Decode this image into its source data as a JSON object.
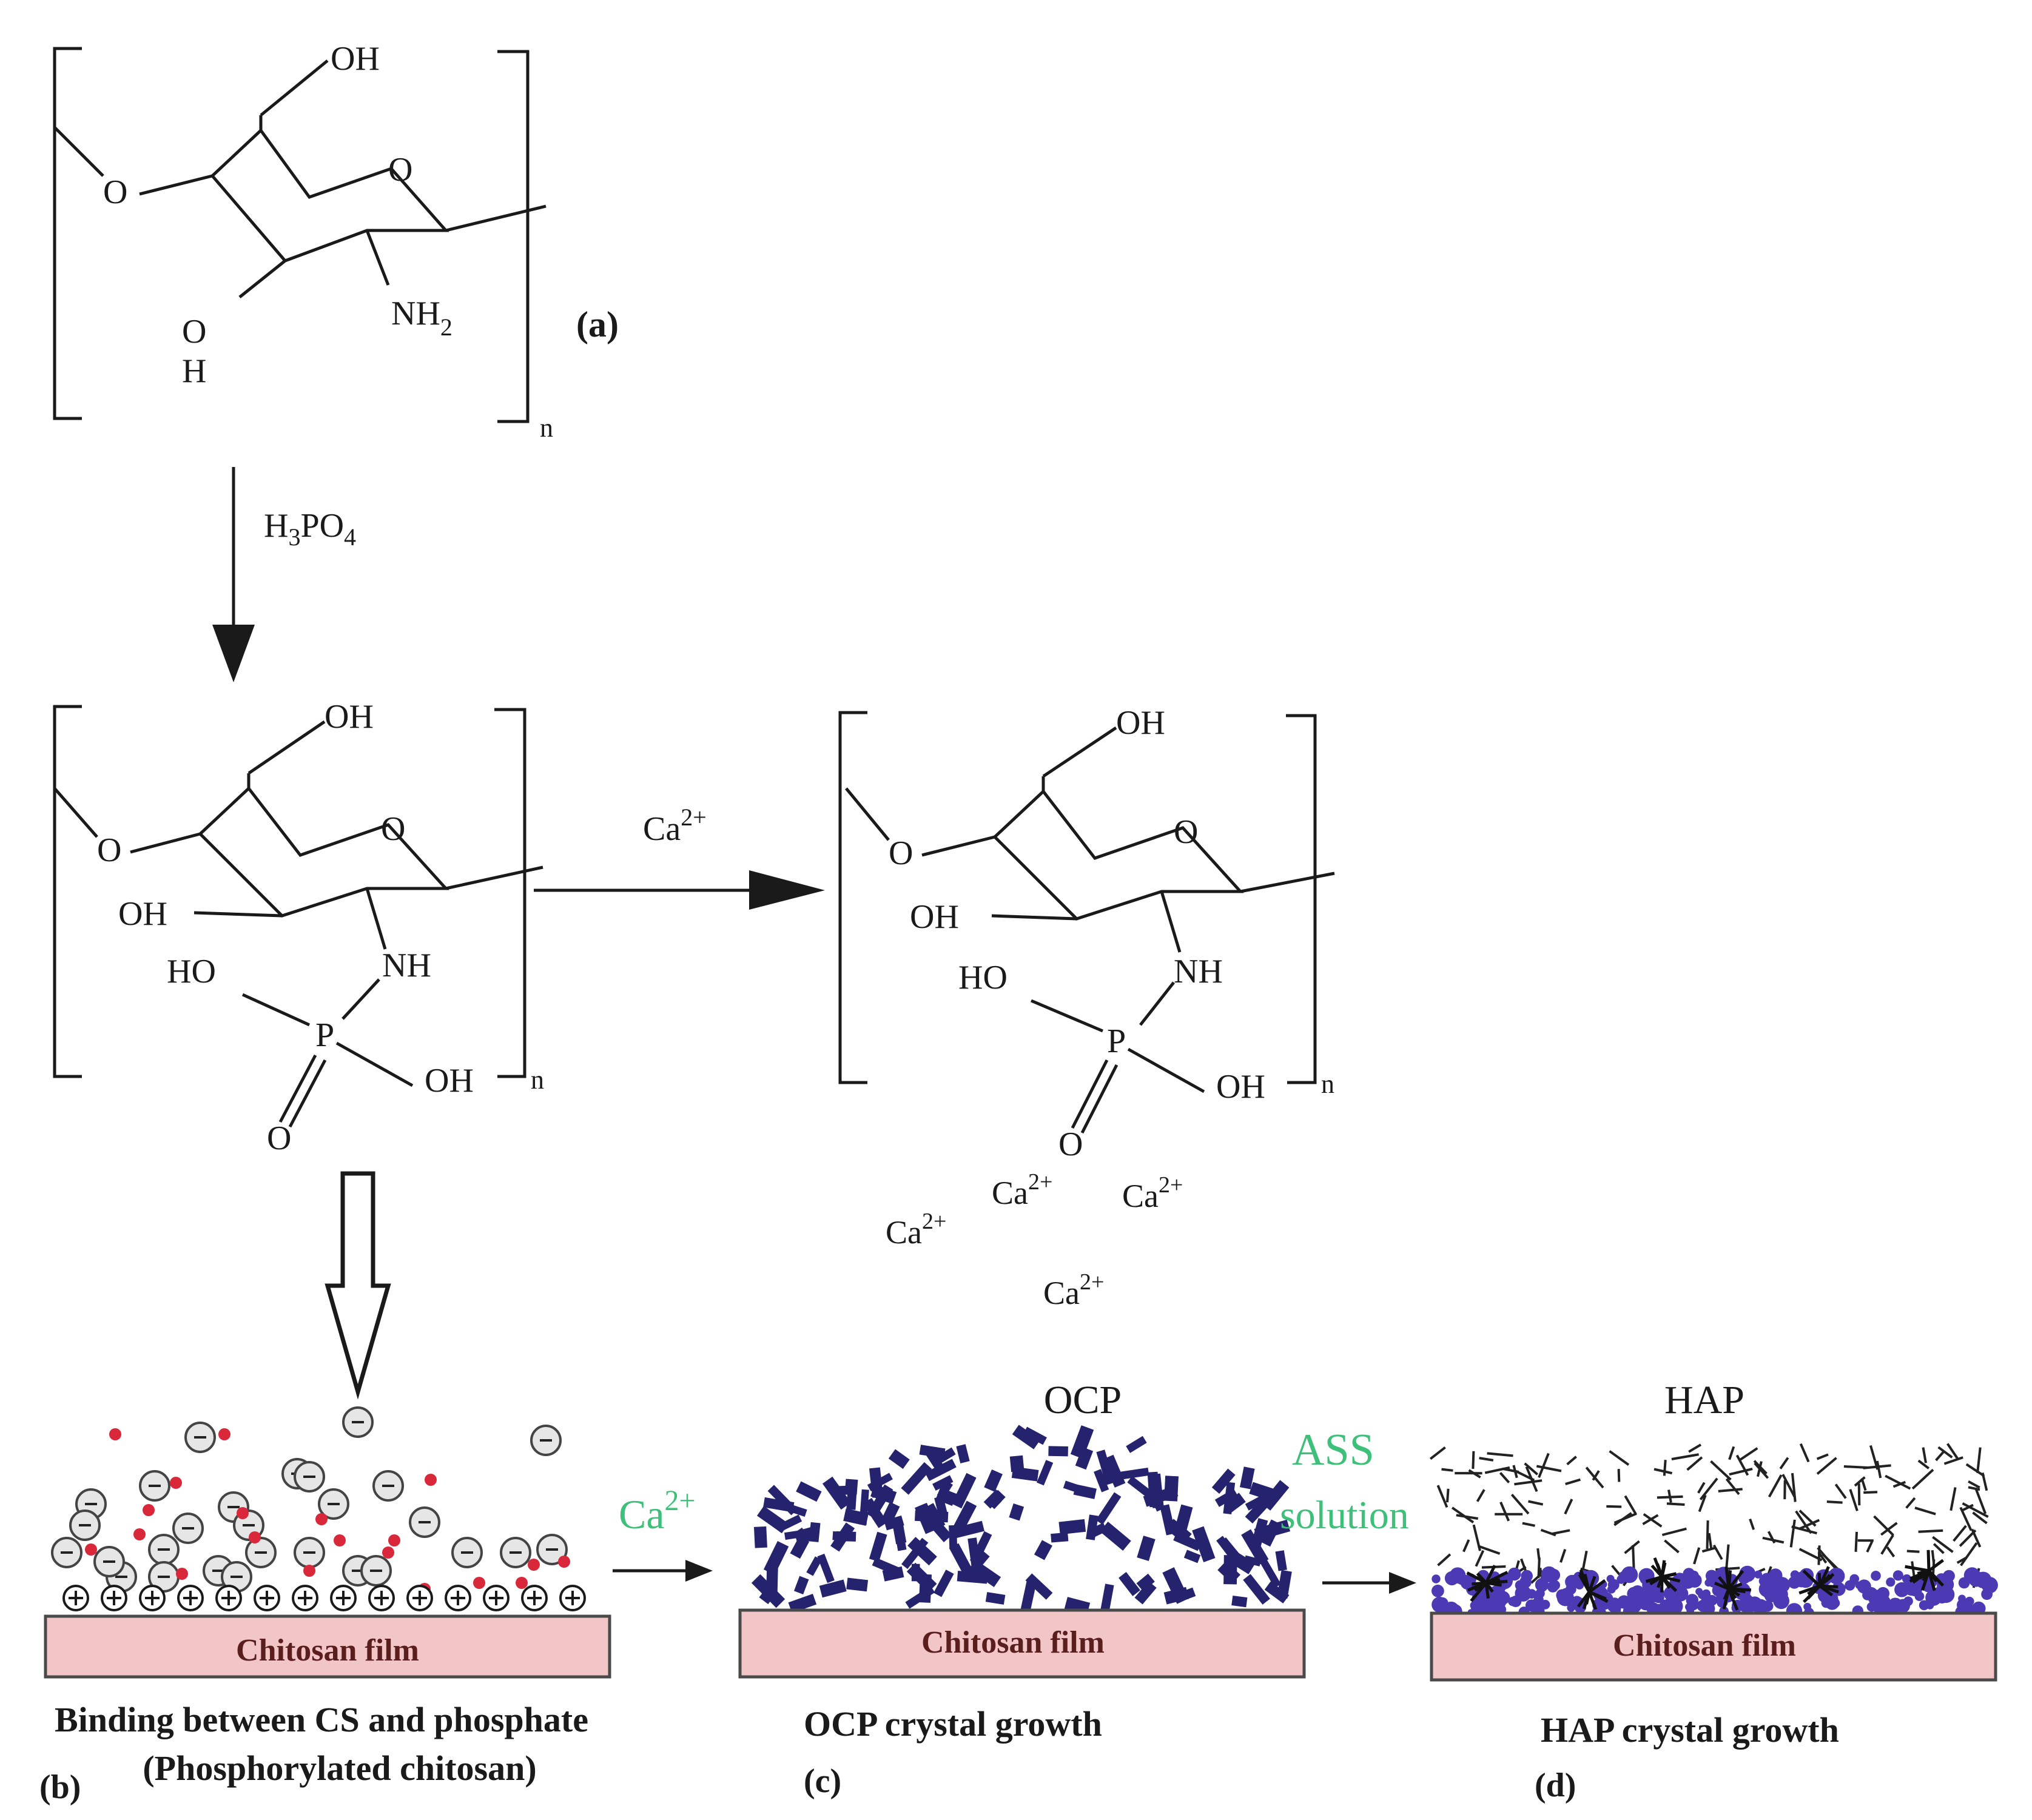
{
  "structure_a": {
    "label": "(a)",
    "oh_top": "OH",
    "ring_o": "O",
    "left_o": "O",
    "oh_bottom_o": "O",
    "oh_bottom_h": "H",
    "nh2": "NH",
    "nh2_sub": "2",
    "repeat": "n"
  },
  "reagent": {
    "prefix": "H",
    "sub1": "3",
    "mid": "PO",
    "sub2": "4"
  },
  "structure_b": {
    "oh_top": "OH",
    "ring_o": "O",
    "left_o": "O",
    "oh_left": "OH",
    "nh": "NH",
    "ho": "HO",
    "p": "P",
    "oh_p": "OH",
    "double_o": "O",
    "repeat": "n"
  },
  "arrow_ca": {
    "base": "Ca",
    "sup": "2+"
  },
  "structure_c": {
    "oh_top": "OH",
    "ring_o": "O",
    "left_o": "O",
    "oh_left": "OH",
    "nh": "NH",
    "ho": "HO",
    "p": "P",
    "oh_p": "OH",
    "double_o": "O",
    "repeat": "n"
  },
  "free_ions": [
    {
      "base": "Ca",
      "sup": "2+"
    },
    {
      "base": "Ca",
      "sup": "2+"
    },
    {
      "base": "Ca",
      "sup": "2+"
    },
    {
      "base": "Ca",
      "sup": "2+"
    }
  ],
  "panel_b": {
    "film": "Chitosan film",
    "caption_line1": "Binding between CS and phosphate",
    "caption_line2": "(Phosphorylated chitosan)",
    "letter": "(b)"
  },
  "step_ca": {
    "base": "Ca",
    "sup": "2+"
  },
  "panel_c": {
    "title": "OCP",
    "film": "Chitosan film",
    "caption": "OCP crystal growth",
    "letter": "(c)"
  },
  "step_ass": {
    "line1": "ASS",
    "line2": "solution"
  },
  "panel_d": {
    "title": "HAP",
    "film": "Chitosan film",
    "caption": "HAP crystal growth",
    "letter": "(d)"
  },
  "colors": {
    "ink": "#1a1a1a",
    "green_label": "#3fc07a",
    "film_fill": "#f2c6c6",
    "film_stroke": "#4a4a4a",
    "ocp_crystal": "#26236e",
    "hap_layer": "#4b3ab3",
    "phosphate_dot": "#d8283a"
  }
}
